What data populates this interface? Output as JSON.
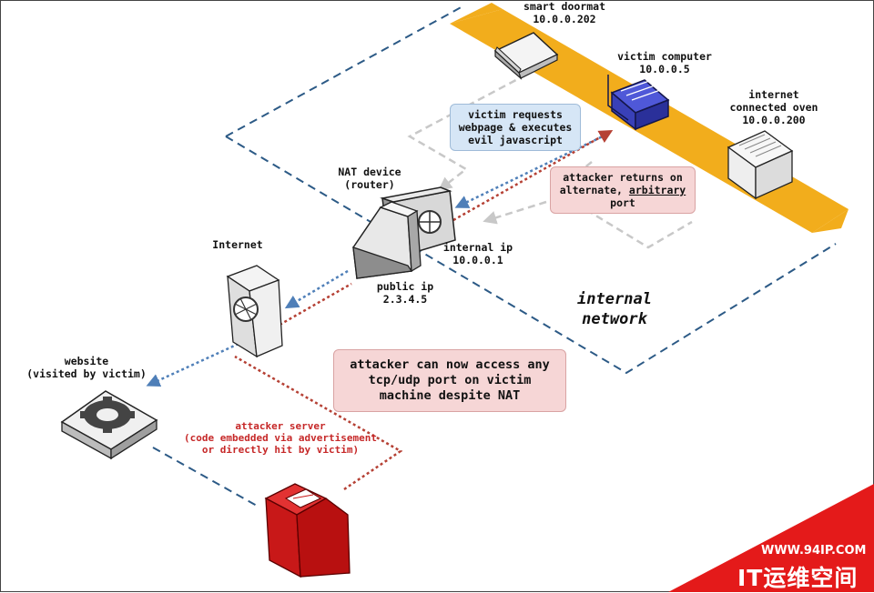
{
  "labels": {
    "doormat_name": "smart doormat",
    "doormat_ip": "10.0.0.202",
    "victim_name": "victim computer",
    "victim_ip": "10.0.0.5",
    "oven_line1": "internet",
    "oven_line2": "connected oven",
    "oven_ip": "10.0.0.200",
    "nat_line1": "NAT device",
    "nat_line2": "(router)",
    "internal_ip_label": "internal ip",
    "internal_ip": "10.0.0.1",
    "public_ip_label": "public ip",
    "public_ip": "2.3.4.5",
    "internet": "Internet",
    "website_line1": "website",
    "website_line2": "(visited by victim)",
    "network_line1": "internal",
    "network_line2": "network"
  },
  "callouts": {
    "victim_requests": [
      "victim requests",
      "webpage & executes",
      "evil javascript"
    ],
    "attacker_returns": {
      "line1": "attacker returns on",
      "line2_prefix": "alternate, ",
      "line2_underlined": "arbitrary",
      "line3": "port"
    },
    "access_any": [
      "attacker can now access any",
      "tcp/udp port on victim",
      "machine despite NAT"
    ]
  },
  "attacker_server": [
    "attacker server",
    "(code embedded via advertisement",
    "or directly hit by victim)"
  ],
  "watermark": {
    "url": "WWW.94IP.COM",
    "brand": "IT运维空间"
  },
  "colors": {
    "network_band": "#f2ad1c",
    "blue_dots": "#4f7fb8",
    "red_dots": "#b54034",
    "grey_dash": "#c8c8c8",
    "boundary_dash": "#2c5a86",
    "victim_computer": "#3f48cc",
    "attacker_server": "#d41d1d",
    "watermark_bg": "#e41a1a"
  }
}
